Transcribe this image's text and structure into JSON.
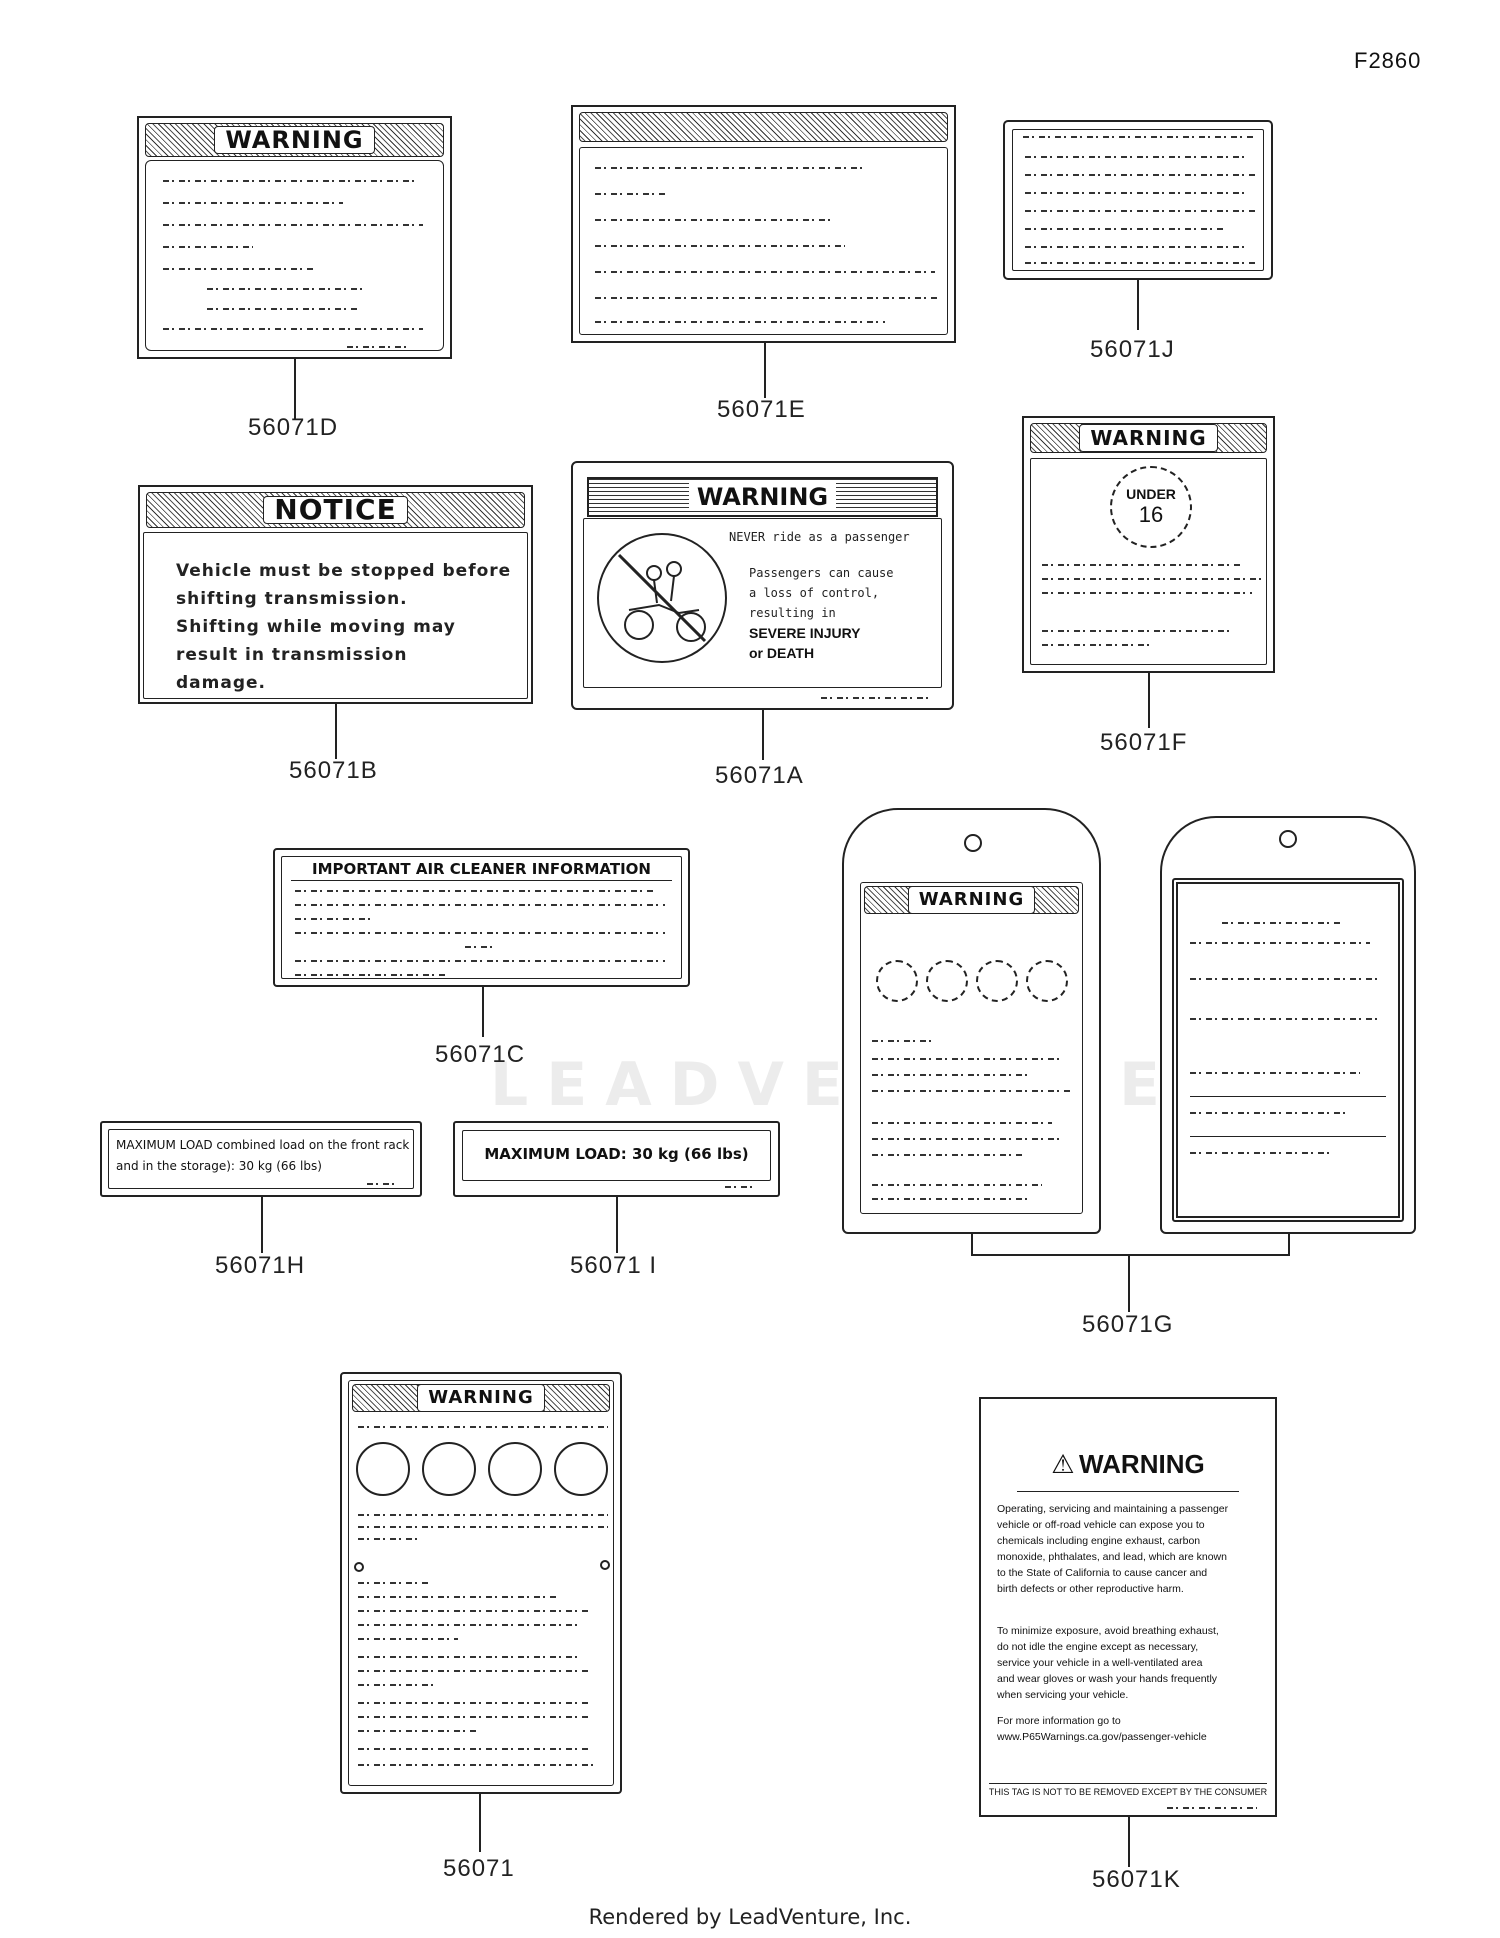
{
  "diagram_code": "F2860",
  "footer": "Rendered by LeadVenture, Inc.",
  "watermark": "LEADVENTURE",
  "parts": {
    "p56071D": "56071D",
    "p56071E": "56071E",
    "p56071J": "56071J",
    "p56071B": "56071B",
    "p56071A": "56071A",
    "p56071F": "56071F",
    "p56071C": "56071C",
    "p56071H": "56071H",
    "p56071I": "56071 I",
    "p56071G": "56071G",
    "p56071": "56071",
    "p56071K": "56071K"
  },
  "labels": {
    "d_header": "WARNING",
    "b_header": "NOTICE",
    "b_text": "Vehicle must be stopped before\nshifting transmission.\nShifting while moving may\nresult in transmission\ndamage.",
    "a_header": "WARNING",
    "a_never": "NEVER ride as a passenger",
    "a_text": "Passengers can cause\na loss of control,\nresulting in",
    "a_severe": "SEVERE INJURY\nor DEATH",
    "f_header": "WARNING",
    "f_under": "UNDER",
    "f_16": "16",
    "c_header": "IMPORTANT AIR CLEANER INFORMATION",
    "h_text": "MAXIMUM LOAD combined load on the front rack\nand in the storage): 30 kg (66 lbs)",
    "i_text": "MAXIMUM LOAD: 30 kg (66 lbs)",
    "g_header": "WARNING",
    "n_header": "WARNING",
    "k_header": "WARNING",
    "k_text": "Operating, servicing and maintaining a passenger\nvehicle or off-road vehicle can expose you to\nchemicals including engine exhaust, carbon\nmonoxide, phthalates, and lead, which are known\nto the State of California to cause cancer and\nbirth defects or other reproductive harm.",
    "k_text2": "To minimize exposure, avoid breathing exhaust,\ndo not idle the engine except as necessary,\nservice your vehicle in a well-ventilated area\nand wear gloves or wash your hands frequently\nwhen servicing your vehicle.",
    "k_text3": "For more information go to\nwww.P65Warnings.ca.gov/passenger-vehicle",
    "k_footer": "THIS TAG IS NOT TO BE REMOVED EXCEPT BY THE CONSUMER"
  }
}
